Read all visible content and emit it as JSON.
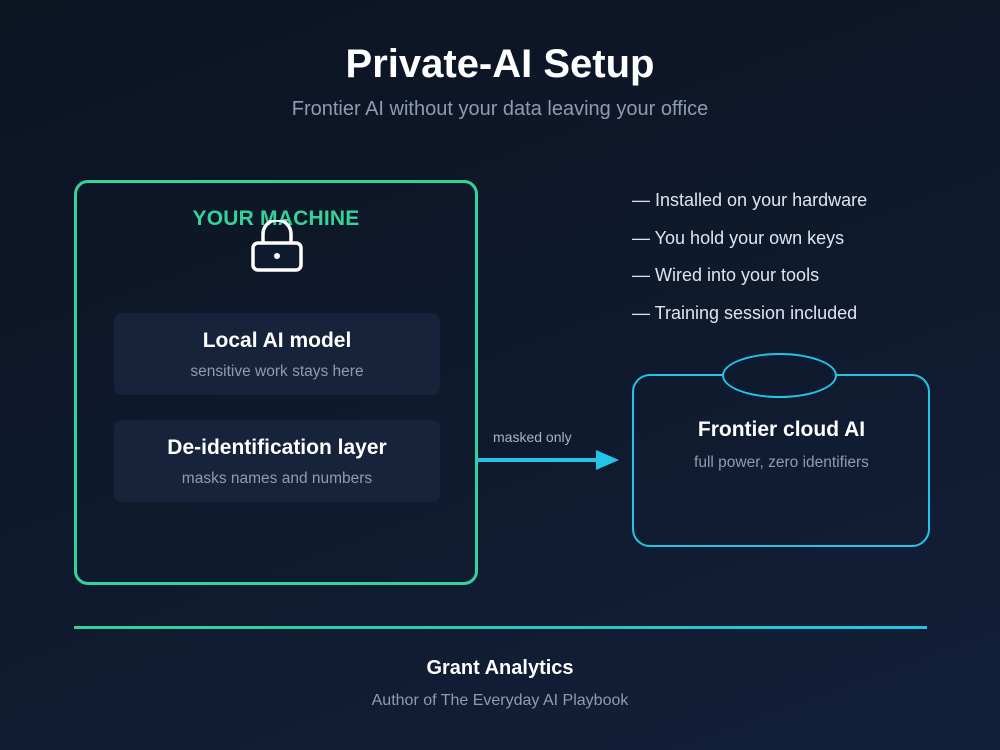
{
  "title": "Private-AI Setup",
  "subtitle": "Frontier AI without your data leaving your office",
  "machine": {
    "label": "YOUR MACHINE",
    "icon": "lock-icon",
    "components": [
      {
        "name": "Local AI model",
        "description": "sensitive work stays here"
      },
      {
        "name": "De-identification layer",
        "description": "masks names and numbers"
      }
    ]
  },
  "flow": {
    "label": "masked only"
  },
  "features": [
    "— Installed on your hardware",
    "— You hold your own keys",
    "— Wired into your tools",
    "— Training session included"
  ],
  "cloud": {
    "name": "Frontier cloud AI",
    "description": "full power, zero identifiers"
  },
  "footer": {
    "name": "Grant Analytics",
    "role": "Author of The Everyday AI Playbook"
  },
  "colors": {
    "machine_accent": "#34d399",
    "cloud_accent": "#22c5e8",
    "background": "#0f1a2e"
  }
}
